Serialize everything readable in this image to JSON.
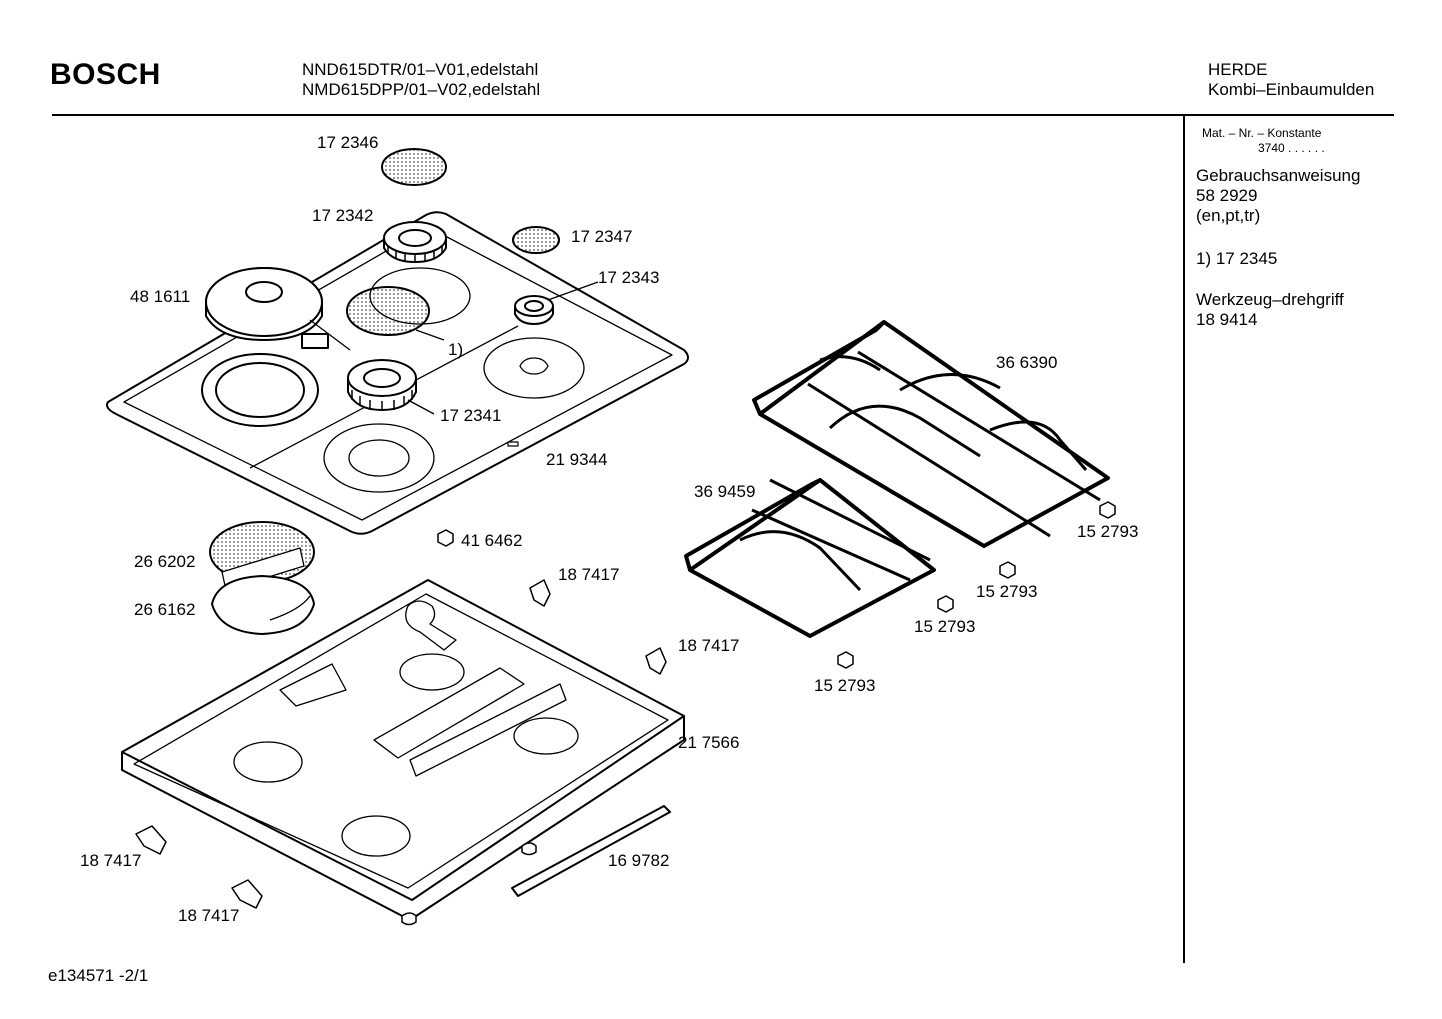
{
  "header": {
    "brand": "BOSCH",
    "model_line_1": "NND615DTR/01–V01,edelstahl",
    "model_line_2": "NMD615DPP/01–V02,edelstahl",
    "category": "HERDE",
    "subcategory": "Kombi–Einbaumulden"
  },
  "sidebar": {
    "mat_nr_label": "Mat. – Nr. – Konstante",
    "mat_nr_value": "3740  .  .    .  .  .  .",
    "manual_label": "Gebrauchsanweisung",
    "manual_number": "58 2929",
    "manual_languages": "(en,pt,tr)",
    "footnote": "1)  17 2345",
    "tool_label": "Werkzeug–drehgriff",
    "tool_number": "18 9414"
  },
  "parts": [
    "17 2346",
    "17 2342",
    "17 2347",
    "48 1611",
    "17 2343",
    "1)",
    "17 2341",
    "21 9344",
    "36 6390",
    "36 9459",
    "15 2793",
    "15 2793",
    "15 2793",
    "15 2793",
    "41 6462",
    "26 6202",
    "26 6162",
    "18 7417",
    "18 7417",
    "18 7417",
    "18 7417",
    "21 7566",
    "16 9782"
  ],
  "footer": {
    "doc_id": "e134571   -2/1"
  }
}
